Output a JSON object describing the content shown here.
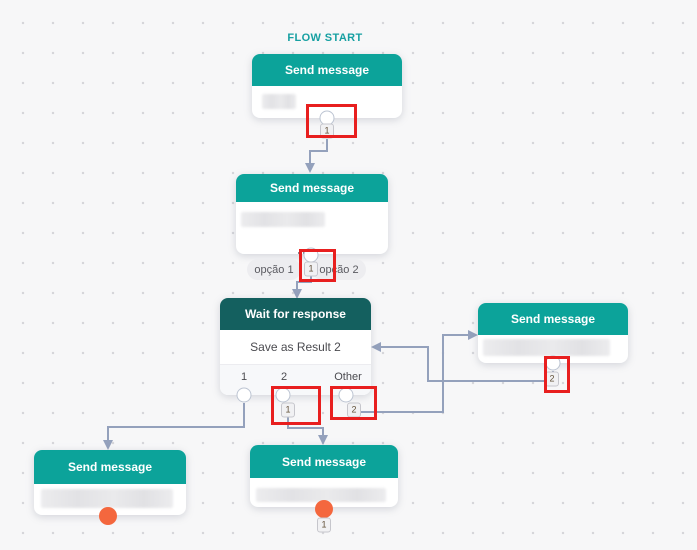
{
  "flow_start": "FLOW START",
  "nodes": {
    "n1": {
      "title": "Send message",
      "badge": "1"
    },
    "n2": {
      "title": "Send message",
      "option1": "opção 1",
      "option2": "opção 2",
      "badge": "1"
    },
    "n3": {
      "title": "Wait for response",
      "body": "Save as Result 2",
      "out1_label": "1",
      "out2_label": "2",
      "out3_label": "Other",
      "out2_badge": "1",
      "out3_badge": "2"
    },
    "n4": {
      "title": "Send message",
      "badge": "2"
    },
    "n5": {
      "title": "Send message"
    },
    "n6": {
      "title": "Send message",
      "badge": "1"
    }
  },
  "colors": {
    "header_teal": "#0ca39a",
    "header_dark_teal": "#14605f",
    "flow_start_text": "#17a0a2",
    "connector": "#94a1bc",
    "highlight_red": "#e81f1f",
    "endpoint_orange": "#f4673e",
    "canvas_bg": "#f7f7f8"
  }
}
